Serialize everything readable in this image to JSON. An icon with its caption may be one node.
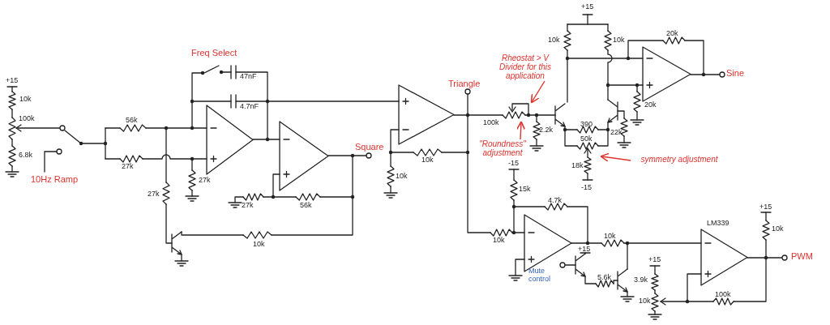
{
  "diagram": {
    "nodes": [
      {
        "text": [
          "Rheostat > V Divider for this application"
        ]
      },
      {
        "text": [
          "\"Roundness\" adjustment"
        ]
      },
      {
        "text": [
          "symmetry adjustment"
        ]
      }
    ],
    "edges": [
      {
        "from": 0,
        "to": null,
        "arrow": "to"
      },
      {
        "from": 1,
        "to": null,
        "arrow": "to"
      },
      {
        "from": 2,
        "to": null,
        "arrow": "to"
      }
    ],
    "labels": [
      "Freq Select",
      "+15",
      "47nF",
      "4.7nF",
      "10k",
      "100k",
      "56k",
      "6.8k",
      "27k",
      "27k",
      "10Hz Ramp",
      "27k",
      "27k",
      "56k",
      "10k",
      "Square",
      "10k",
      "10k",
      "Triangle",
      "+15",
      "10k",
      "10k",
      "20k",
      "Sine",
      "100k",
      "2.2k",
      "390",
      "50k",
      "22k",
      "20k",
      "18k",
      "-15",
      "-15",
      "15k",
      "4.7k",
      "10k",
      "10k",
      "+15",
      "Mute control",
      "5.6k",
      "LM339",
      "+15",
      "10k",
      "PWM",
      "+15",
      "3.9k",
      "10k",
      "100k"
    ]
  }
}
